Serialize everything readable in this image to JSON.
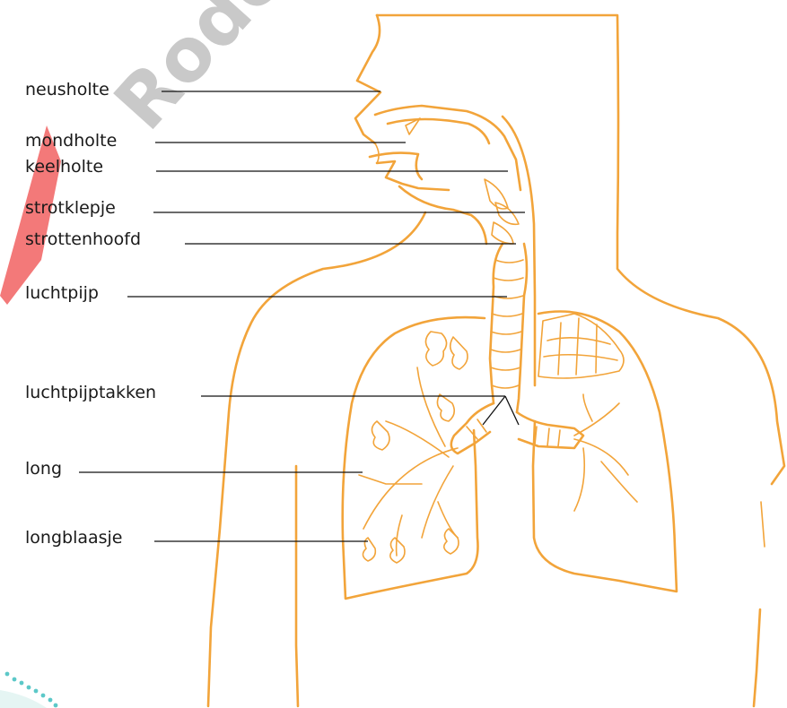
{
  "colors": {
    "outline": "#f2a43a",
    "leader": "#111111",
    "text": "#1a1a1a",
    "watermark_gray": "#c9c9c9",
    "watermark_red": "#f26a6a",
    "dots": "#5cc8c8"
  },
  "watermark": {
    "visible_text": "Rode"
  },
  "labels": [
    {
      "id": "neusholte",
      "text": "neusholte"
    },
    {
      "id": "mondholte",
      "text": "mondholte"
    },
    {
      "id": "keelholte",
      "text": "keelholte"
    },
    {
      "id": "strotklepje",
      "text": "strotklepje"
    },
    {
      "id": "strottenhoofd",
      "text": "strottenhoofd"
    },
    {
      "id": "luchtpijp",
      "text": "luchtpijp"
    },
    {
      "id": "luchtpijptakken",
      "text": "luchtpijptakken"
    },
    {
      "id": "long",
      "text": "long"
    },
    {
      "id": "longblaasje",
      "text": "longblaasje"
    }
  ]
}
